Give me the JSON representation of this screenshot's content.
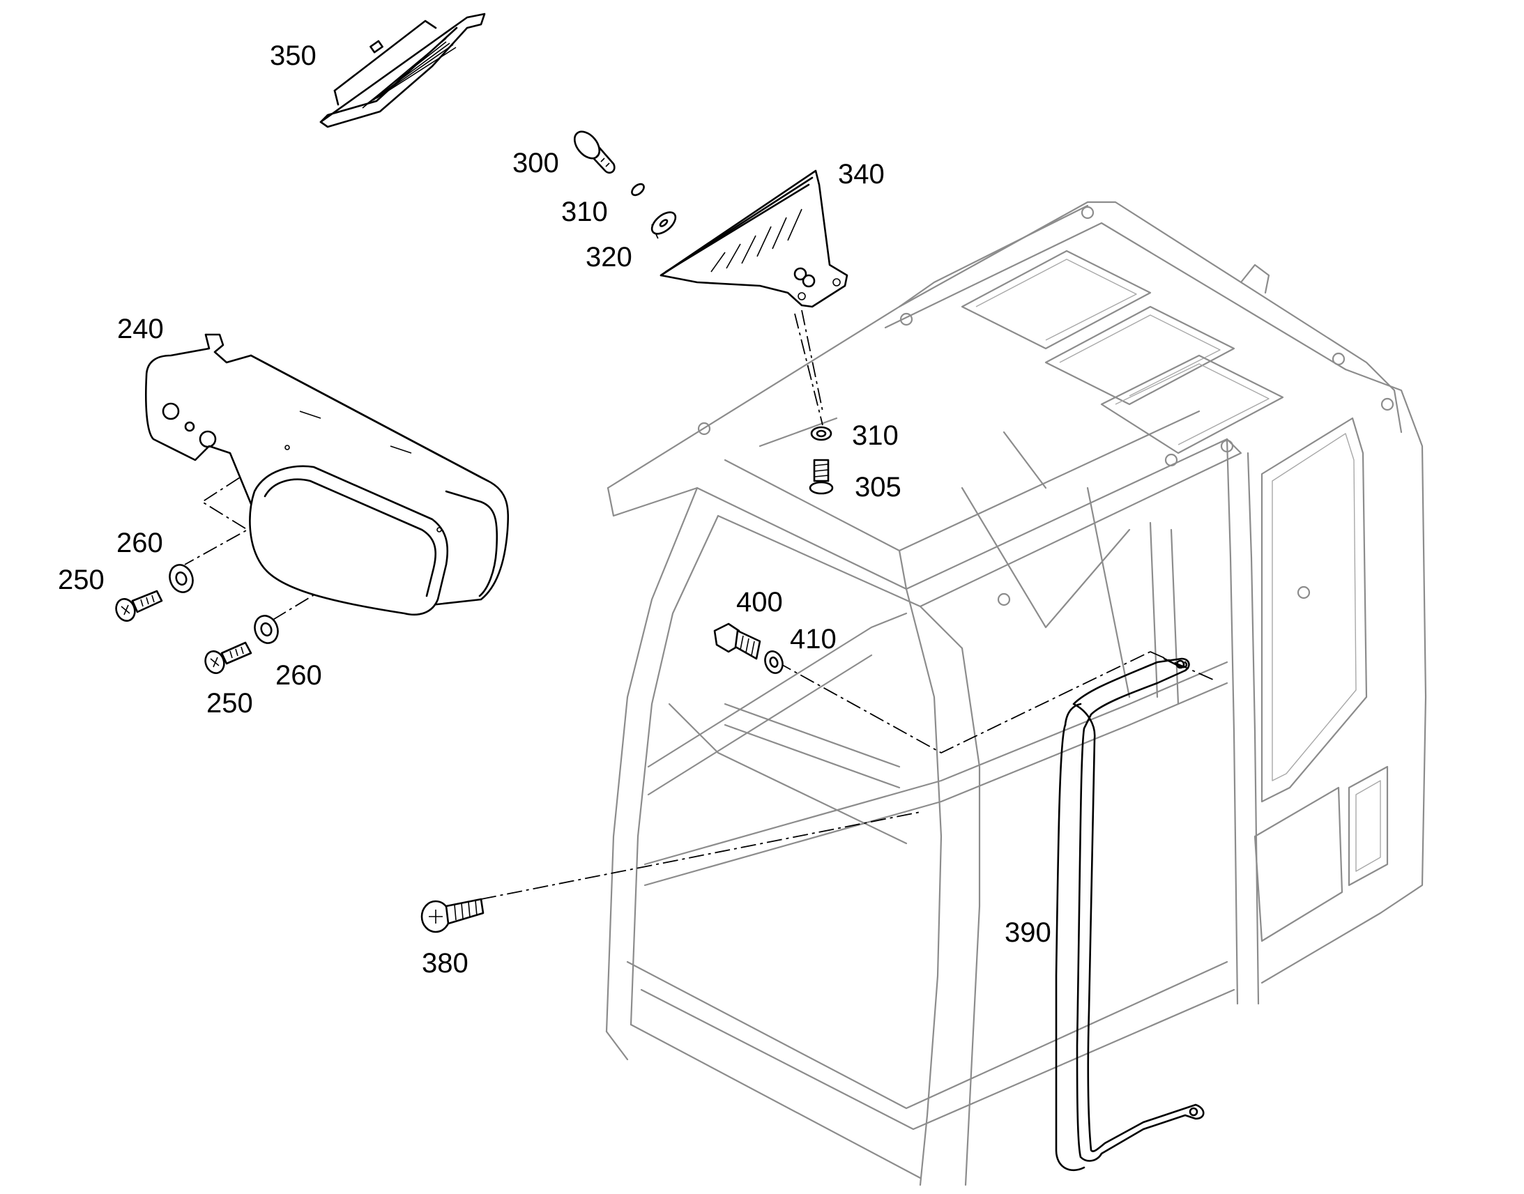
{
  "diagram": {
    "style": "exploded parts view",
    "line_color": "#000000",
    "frame_color": "#8c8c8c",
    "background": "#ffffff",
    "callouts": [
      {
        "id": "350",
        "text": "350"
      },
      {
        "id": "300",
        "text": "300"
      },
      {
        "id": "340",
        "text": "340"
      },
      {
        "id": "310a",
        "text": "310"
      },
      {
        "id": "320",
        "text": "320"
      },
      {
        "id": "240",
        "text": "240"
      },
      {
        "id": "310b",
        "text": "310"
      },
      {
        "id": "305",
        "text": "305"
      },
      {
        "id": "260a",
        "text": "260"
      },
      {
        "id": "250a",
        "text": "250"
      },
      {
        "id": "400",
        "text": "400"
      },
      {
        "id": "410",
        "text": "410"
      },
      {
        "id": "260b",
        "text": "260"
      },
      {
        "id": "250b",
        "text": "250"
      },
      {
        "id": "390",
        "text": "390"
      },
      {
        "id": "380",
        "text": "380"
      }
    ]
  }
}
